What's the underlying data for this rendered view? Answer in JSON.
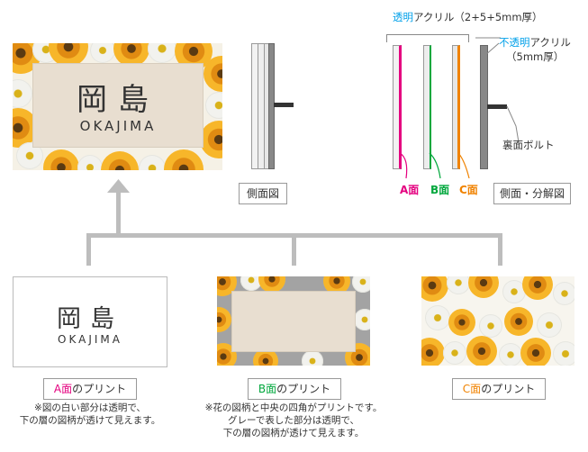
{
  "nameplate": {
    "name_jp": "岡島",
    "name_en": "OKAJIMA"
  },
  "labels": {
    "side_view": "側面図",
    "exploded_view": "側面・分解図",
    "back_bolt": "裏面ボルト",
    "clear_acrylic_word": "透明",
    "clear_acrylic_rest": "アクリル（2+5+5mm厚）",
    "opaque_acrylic_word": "不透明",
    "opaque_acrylic_rest": "アクリル",
    "opaque_acrylic_thickness": "（5mm厚）",
    "face_a": "A面",
    "face_b": "B面",
    "face_c": "C面",
    "print_suffix": "のプリント"
  },
  "notes": {
    "a_line1": "※図の白い部分は透明で、",
    "a_line2": "下の層の図柄が透けて見えます。",
    "b_line1": "※花の図柄と中央の四角がプリントです。",
    "b_line2": "グレーで表した部分は透明で、",
    "b_line3": "下の層の図柄が透けて見えます。"
  },
  "colors": {
    "face_a": "#e4007f",
    "face_b": "#00a73c",
    "face_c": "#f08200",
    "accent": "#00a0e9"
  }
}
